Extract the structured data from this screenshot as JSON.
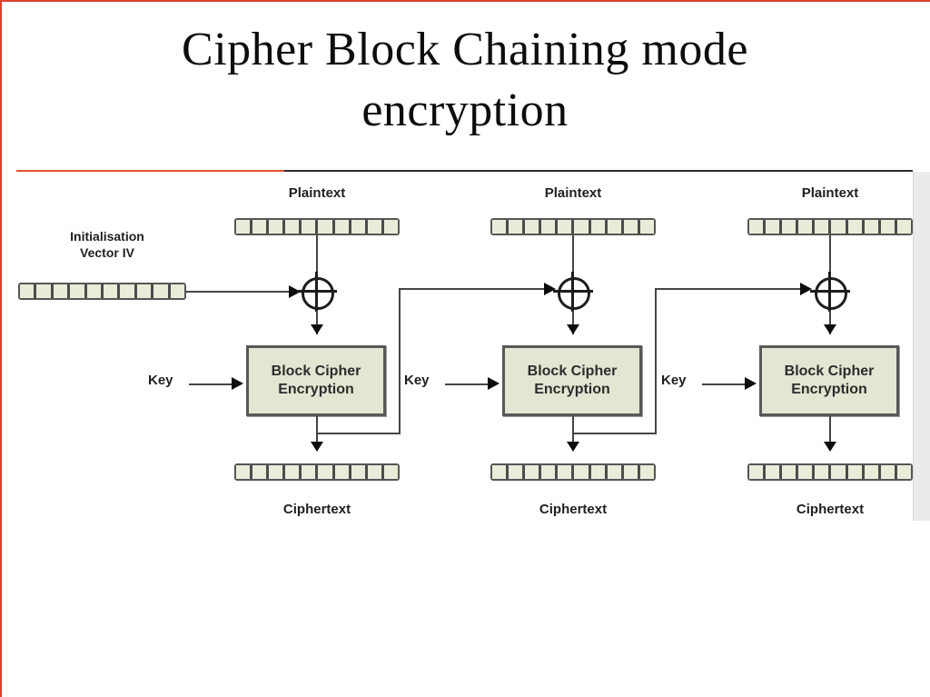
{
  "title": {
    "line1": "Cipher Block Chaining mode",
    "line2": "encryption"
  },
  "colors": {
    "accent_red": "#d84330",
    "divider_red": "#e0502f",
    "divider_dark": "#2b2b2b",
    "cell_fill": "#eaecd9",
    "box_fill": "#e3e6d2"
  },
  "diagram": {
    "iv_label_line1": "Initialisation",
    "iv_label_line2": "Vector  IV",
    "block_cells": 10,
    "units": [
      {
        "plaintext_label": "Plaintext",
        "key_label": "Key",
        "box_line1": "Block Cipher",
        "box_line2": "Encryption",
        "ciphertext_label": "Ciphertext"
      },
      {
        "plaintext_label": "Plaintext",
        "key_label": "Key",
        "box_line1": "Block Cipher",
        "box_line2": "Encryption",
        "ciphertext_label": "Ciphertext"
      },
      {
        "plaintext_label": "Plaintext",
        "key_label": "Key",
        "box_line1": "Block Cipher",
        "box_line2": "Encryption",
        "ciphertext_label": "Ciphertext"
      }
    ]
  }
}
